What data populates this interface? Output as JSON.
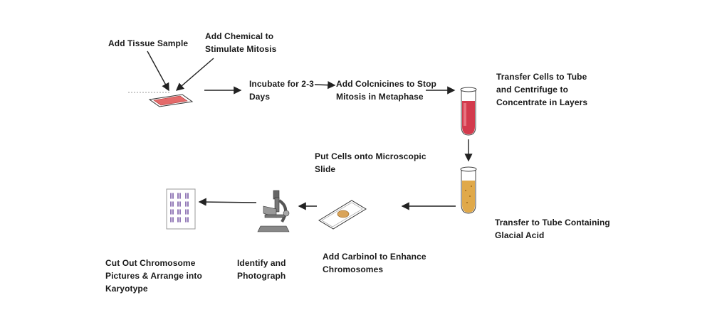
{
  "steps": {
    "add_tissue": "Add Tissue Sample",
    "add_chemical_l1": "Add Chemical to",
    "add_chemical_l2": "Stimulate Mitosis",
    "incubate_l1": "Incubate for 2-3",
    "incubate_l2": "Days",
    "colchicine_l1": "Add Colcnicines to Stop",
    "colchicine_l2": "Mitosis in Metaphase",
    "transfer_l1": "Transfer Cells to Tube",
    "transfer_l2": "and Centrifuge to",
    "transfer_l3": "Concentrate in Layers",
    "glacial_l1": "Transfer to Tube Containing",
    "glacial_l2": "Glacial Acid",
    "slide_l1": "Put Cells onto Microscopic",
    "slide_l2": "Slide",
    "carbinol_l1": "Add Carbinol to Enhance",
    "carbinol_l2": "Chromosomes",
    "identify_l1": "Identify and",
    "identify_l2": "Photograph",
    "karyotype_l1": "Cut Out Chromosome",
    "karyotype_l2": "Pictures & Arrange into",
    "karyotype_l3": "Karyotype"
  },
  "colors": {
    "tube_red": "#d33a4c",
    "tube_amber": "#e0a94a",
    "slide_pink": "#e46a6a",
    "karyotype_purple": "#7a5aa6"
  }
}
